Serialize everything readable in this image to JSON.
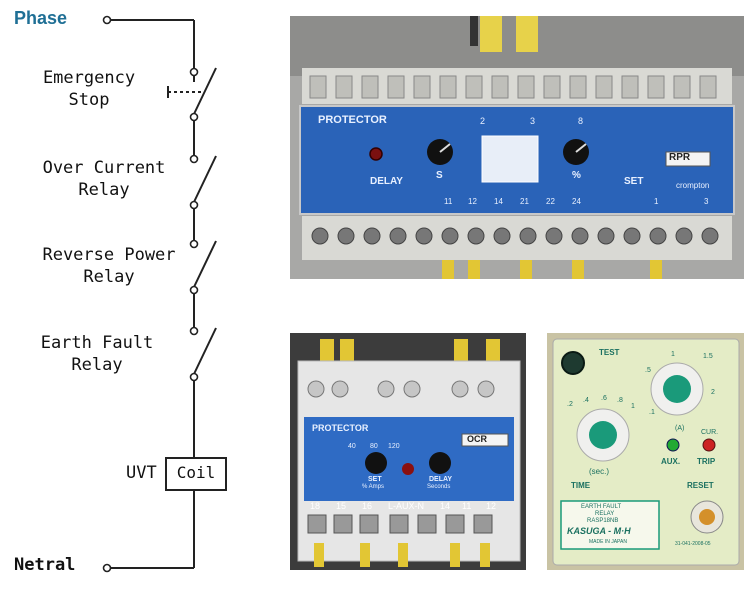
{
  "circuit": {
    "phase_label": "Phase",
    "neutral_label": "Netral",
    "switches": [
      {
        "line1": "Emergency",
        "line2": "Stop"
      },
      {
        "line1": "Over Current",
        "line2": "Relay"
      },
      {
        "line1": "Reverse Power",
        "line2": "Relay"
      },
      {
        "line1": "Earth Fault",
        "line2": "Relay"
      }
    ],
    "uvt_label": "UVT",
    "coil_label": "Coil"
  },
  "photos": {
    "rpr": {
      "brand": "PROTECTOR",
      "model": "RPR",
      "delay": "DELAY",
      "set": "SET",
      "delay_unit": "S",
      "set_unit": "%",
      "maker": "crompton",
      "top_nums": [
        "2",
        "3",
        "8"
      ],
      "bottom_nums": [
        "11",
        "12",
        "14",
        "21",
        "22",
        "24",
        "1",
        "3"
      ]
    },
    "ocr": {
      "brand": "PROTECTOR",
      "model": "OCR",
      "set": "SET",
      "set_sub": "% Amps",
      "delay": "DELAY",
      "delay_sub": "Seconds",
      "set_scale": [
        "40",
        "80",
        "120"
      ],
      "terminals": [
        "18",
        "15",
        "16",
        "L-AUX-N",
        "14",
        "11",
        "12"
      ]
    },
    "efr": {
      "test": "TEST",
      "time": "TIME",
      "sec": "(sec.)",
      "scale_left": [
        ".2",
        ".4",
        ".6",
        ".8",
        "1"
      ],
      "scale_right": [
        ".5",
        "1",
        "1.5",
        "2",
        ".1"
      ],
      "a_label": "(A)",
      "aux": "AUX.",
      "cur": "CUR.",
      "trip": "TRIP",
      "reset": "RESET",
      "plate_line1": "EARTH FAULT",
      "plate_line2": "RELAY",
      "plate_line3": "RASP18NB",
      "plate_brand": "KASUGA - M·H",
      "plate_made": "MADE IN JAPAN",
      "serial": "31-041-2008-05"
    }
  },
  "colors": {
    "phase": "#1f6f95",
    "wire": "#222222",
    "relay_blue": "#2a63b8",
    "efr_body": "#e4ecc6",
    "efr_knob": "#1a9a7a"
  }
}
